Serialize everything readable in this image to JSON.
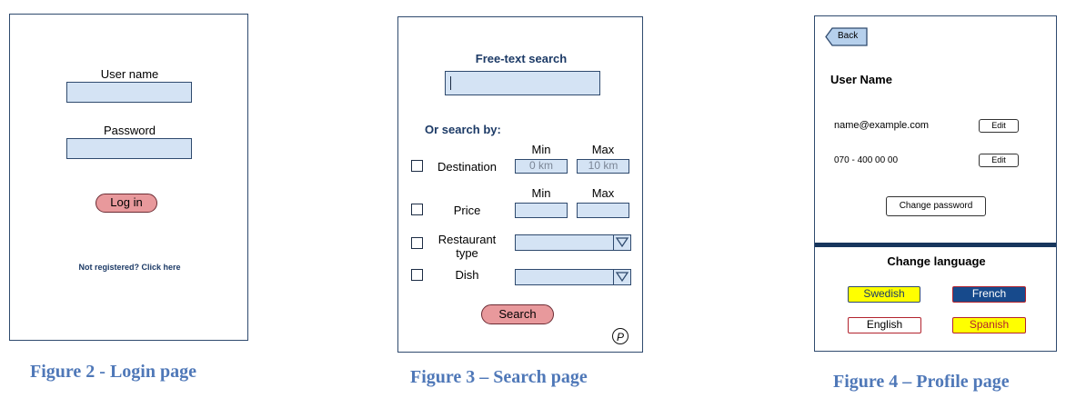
{
  "login": {
    "username_label": "User name",
    "password_label": "Password",
    "login_button": "Log in",
    "register_link": "Not registered? Click here",
    "caption": "Figure 2 - Login page"
  },
  "search": {
    "title": "Free-text search",
    "search_by": "Or search by:",
    "min_label": "Min",
    "max_label": "Max",
    "destination_label": "Destination",
    "destination_min": "0 km",
    "destination_max": "10 km",
    "price_label": "Price",
    "restaurant_type_label": "Restaurant\ntype",
    "dish_label": "Dish",
    "search_button": "Search",
    "p_badge": "P",
    "caption": "Figure 3 – Search page"
  },
  "profile": {
    "back_button": "Back",
    "user_name": "User Name",
    "email": "name@example.com",
    "phone": "070 - 400 00 00",
    "edit_label": "Edit",
    "change_password": "Change password",
    "change_language": "Change language",
    "languages": [
      {
        "label": "Swedish",
        "bg": "#ffff00",
        "border": "#2f4a6e",
        "color": "#1c3a66"
      },
      {
        "label": "French",
        "bg": "#174a8c",
        "border": "#b2232e",
        "color": "#ffffff"
      },
      {
        "label": "English",
        "bg": "#ffffff",
        "border": "#b2232e",
        "color": "#000000"
      },
      {
        "label": "Spanish",
        "bg": "#ffff00",
        "border": "#b2232e",
        "color": "#b2232e"
      }
    ],
    "caption": "Figure 4 – Profile page"
  }
}
